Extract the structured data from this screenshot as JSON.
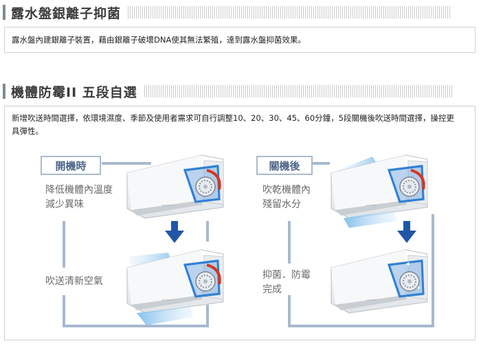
{
  "section1": {
    "title": "露水盤銀離子抑菌",
    "text": "露水盤內建銀離子裝置，藉由銀離子破壞DNA使其無法繁殖，達到露水盤抑菌效果。"
  },
  "section2": {
    "title": "機體防霉II 五段自選",
    "text": "新增吹送時間選擇，依環境濕度、季節及使用者需求可自行調整10、20、30、45、60分鐘，5段關機後吹送時間選擇，操控更具彈性。",
    "diagram": {
      "on_label": "開機時",
      "on_step1_line1": "降低機體內溫度",
      "on_step1_line2": "減少異味",
      "on_step2": "吹送清新空氣",
      "off_label": "關機後",
      "off_step1_line1": "吹乾機體內",
      "off_step1_line2": "殘留水分",
      "off_step2_line1": "抑菌．防霉",
      "off_step2_line2": "完成",
      "colors": {
        "frame": "#a8b9cf",
        "arrow": "#1f56a8",
        "label": "#4f6689",
        "airflow": "#8ec6ef"
      }
    }
  }
}
